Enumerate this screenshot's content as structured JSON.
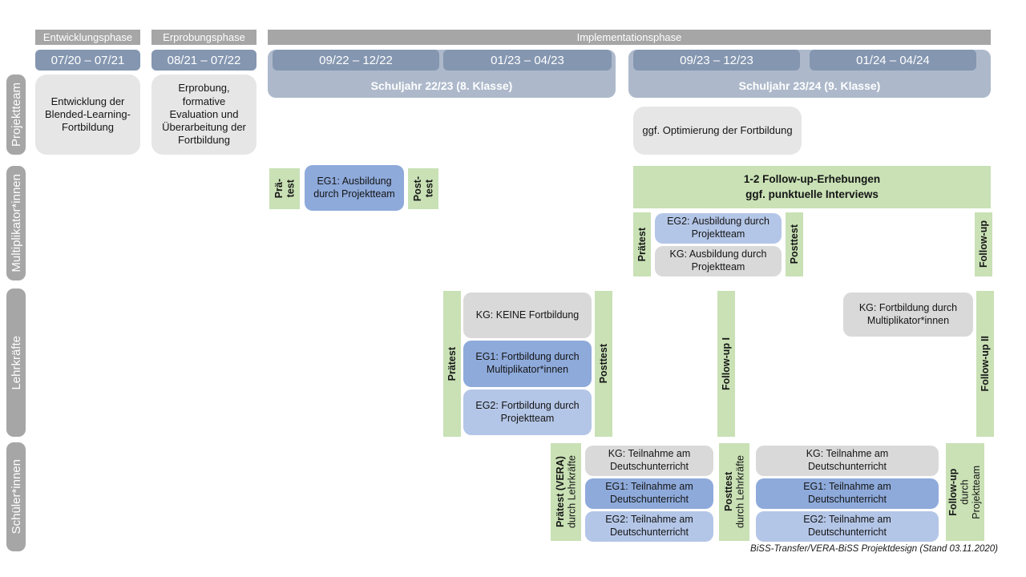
{
  "phases": {
    "entwicklung": "Entwicklungsphase",
    "erprobung": "Erprobungsphase",
    "implementation": "Implementationsphase"
  },
  "timeline": {
    "d1": "07/20 – 07/21",
    "d2": "08/21 – 07/22",
    "d3": "09/22 – 12/22",
    "d4": "01/23 – 04/23",
    "d5": "09/23 – 12/23",
    "d6": "01/24 – 04/24",
    "school_year_1": "Schuljahr 22/23 (8. Klasse)",
    "school_year_2": "Schuljahr 23/24 (9. Klasse)"
  },
  "row_labels": {
    "projektteam": "Projektteam",
    "multiplikatoren": "Multiplikator*innen",
    "lehrkraefte": "Lehrkräfte",
    "schueler": "Schüler*innen"
  },
  "projektteam": {
    "entwicklung_box": "Entwicklung der Blended-Learning-Fortbildung",
    "erprobung_box": "Erprobung, formative Evaluation und Überarbeitung der Fortbildung",
    "optimierung_box": "ggf. Optimierung der Fortbildung"
  },
  "multiplikatoren": {
    "praetest_split": {
      "line1": "Prä-",
      "line2": "test"
    },
    "eg1_box": "EG1: Ausbildung durch Projektteam",
    "posttest_split": {
      "line1": "Post-",
      "line2": "test"
    },
    "followup_banner": {
      "line1": "1-2 Follow-up-Erhebungen",
      "line2": "ggf. punktuelle Interviews"
    },
    "praetest": "Prätest",
    "eg2_box": "EG2: Ausbildung durch Projektteam",
    "kg_box": "KG: Ausbildung durch Projektteam",
    "posttest": "Posttest",
    "followup": "Follow-up"
  },
  "lehrkraefte": {
    "praetest": "Prätest",
    "kg_box": "KG: KEINE Fortbildung",
    "eg1_box": "EG1: Fortbildung durch Multiplikator*innen",
    "eg2_box": "EG2: Fortbildung durch Projektteam",
    "posttest": "Posttest",
    "followup1": "Follow-up I",
    "kg_box2": "KG: Fortbildung durch Multiplikator*innen",
    "followup2": "Follow-up II"
  },
  "schueler": {
    "praetest": {
      "title": "Prätest (VERA)",
      "subtitle": "durch  Lehrkräfte"
    },
    "kg_box": "KG: Teilnahme am Deutschunterricht",
    "eg1_box": "EG1: Teilnahme am Deutschunterricht",
    "eg2_box": "EG2: Teilnahme am Deutschunterricht",
    "posttest": {
      "title": "Posttest",
      "subtitle": "durch  Lehrkräfte"
    },
    "kg_box2": "KG: Teilnahme am Deutschunterricht",
    "eg1_box2": "EG1: Teilnahme am Deutschunterricht",
    "eg2_box2": "EG2: Teilnahme am Deutschunterricht",
    "followup": {
      "title": "Follow-up",
      "line2": "durch",
      "line3": "Projektteam"
    }
  },
  "footer": "BiSS-Transfer/VERA-BiSS Projektdesign (Stand 03.11.2020)",
  "colors": {
    "phase_gray": "#A6A6A6",
    "date_blue": "#8496B0",
    "schoolyear_blue": "#ADB9CB",
    "box_lightgray": "#E7E6E6",
    "kg_gray": "#D9D9D9",
    "eg1_blue": "#8EAADB",
    "eg2_blue": "#B4C6E7",
    "test_green": "#C9E1B5"
  }
}
